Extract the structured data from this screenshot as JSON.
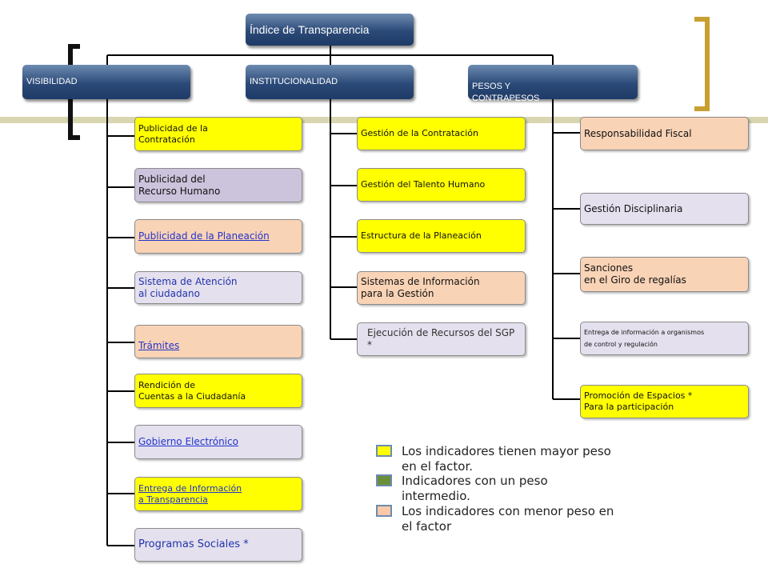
{
  "title": "Índice de Transparencia",
  "categories": [
    {
      "label": "VISIBILIDAD",
      "items": [
        "Publicidad de la\nContratación",
        "Publicidad del\nRecurso Humano",
        "Publicidad de la Planeación",
        "Sistema de Atención\n al ciudadano",
        "Trámites ",
        "Rendición  de\nCuentas a la Ciudadanía",
        "Gobierno Electrónico",
        "Entrega de Información\n a Transparencia ",
        "Programas Sociales *"
      ]
    },
    {
      "label": "INSTITUCIONALIDAD",
      "items": [
        "Gestión de la Contratación",
        "Gestión del Talento Humano",
        "Estructura de la Planeación",
        "Sistemas de Información\n para la Gestión",
        "Ejecución de Recursos del SGP *"
      ]
    },
    {
      "label": "PESOS Y\nCONTRAPESOS",
      "items": [
        "Responsabilidad Fiscal",
        "Gestión Disciplinaria",
        "Sanciones\nen el Giro de regalías",
        "Entrega de información a organismos\nde control y regulación",
        "Promoción de Espacios *\nPara la participación"
      ]
    }
  ],
  "legend": [
    {
      "text": "Los indicadores tienen mayor peso\nen el factor.",
      "color": "#ffff00"
    },
    {
      "text": "Indicadores con un peso\nintermedio.",
      "color": "#6b8e3a"
    },
    {
      "text": "Los indicadores con menor peso en\nel factor",
      "color": "#f9c9a8"
    }
  ],
  "colors": {
    "header_dark": "#1f3a66",
    "header_light": "#6d8bb0",
    "bracket_left": "#111111",
    "bracket_right": "#c8a030",
    "stripe": "#d8d6b0"
  }
}
